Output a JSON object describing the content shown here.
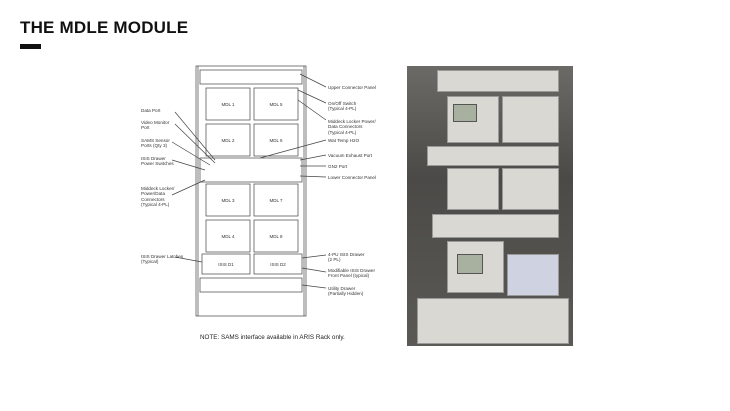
{
  "slide": {
    "title": "THE MDLE MODULE"
  },
  "diagram": {
    "modules": [
      "MDL 1",
      "MDL 5",
      "MDL 2",
      "MDL 6",
      "MDL 3",
      "MDL 7",
      "MDL 4",
      "MDL 8"
    ],
    "drawers": [
      "ISIS D1",
      "ISIS D2"
    ],
    "left_labels": [
      "Data Port",
      "Video Monitor\nPort",
      "SAMS Sensor\nPorts (Qty 3)",
      "ISIS Drawer\nPower Switches",
      "Middeck Locker/\nPower/Data\nConnectors\n(Typical 4-PL)",
      "ISIS Drawer Latches\n(Typical)"
    ],
    "right_labels": [
      "Upper Connector Panel",
      "On/Off Switch\n(Typical 4-PL)",
      "Middeck Locker Power/\nData Connectors\n(Typical 4-PL)",
      "Wat Temp H2O",
      "Vacuum Exhaust Port",
      "GN2 Port",
      "Lower Connector Panel",
      "4-PU ISIS Drawer\n(2 PL)",
      "Modifiable ISIS Drawer\nFront Panel (typical)",
      "Utility Drawer\n(Partially Hidden)"
    ],
    "note": "NOTE:  SAMS interface available in ARIS Rack only."
  }
}
